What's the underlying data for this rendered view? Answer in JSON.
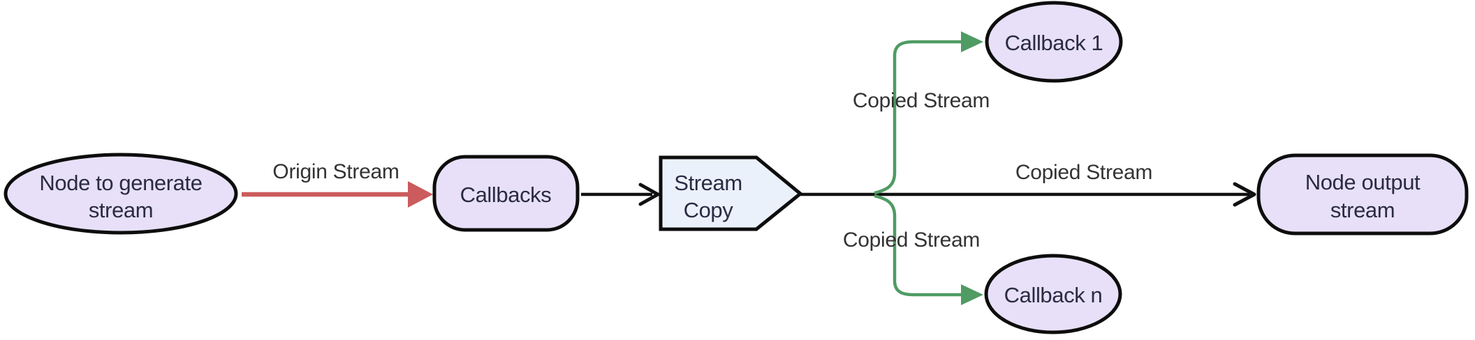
{
  "colors": {
    "background": "#ffffff",
    "node-fill": "#e7e0f8",
    "pentagon-fill": "#ebf1fb",
    "node-stroke": "#0d0d0d",
    "node-text": "#2a2b42",
    "edge-label-text": "#333333",
    "edge-black": "#111111",
    "edge-red": "#cb5b5c",
    "edge-green": "#4f9b63"
  },
  "nodes": {
    "generator": {
      "line1": "Node to generate",
      "line2": "stream",
      "shape": "ellipse"
    },
    "callbacks": {
      "label": "Callbacks",
      "shape": "rounded-rect"
    },
    "stream_copy": {
      "line1": "Stream",
      "line2": "Copy",
      "shape": "pentagon"
    },
    "callback_1": {
      "label": "Callback 1",
      "shape": "ellipse"
    },
    "callback_n": {
      "label": "Callback n",
      "shape": "ellipse"
    },
    "output": {
      "line1": "Node output",
      "line2": "stream",
      "shape": "rounded-rect"
    }
  },
  "edge_labels": {
    "origin": "Origin Stream",
    "copied_top": "Copied Stream",
    "copied_mid": "Copied Stream",
    "copied_bottom": "Copied Stream"
  }
}
